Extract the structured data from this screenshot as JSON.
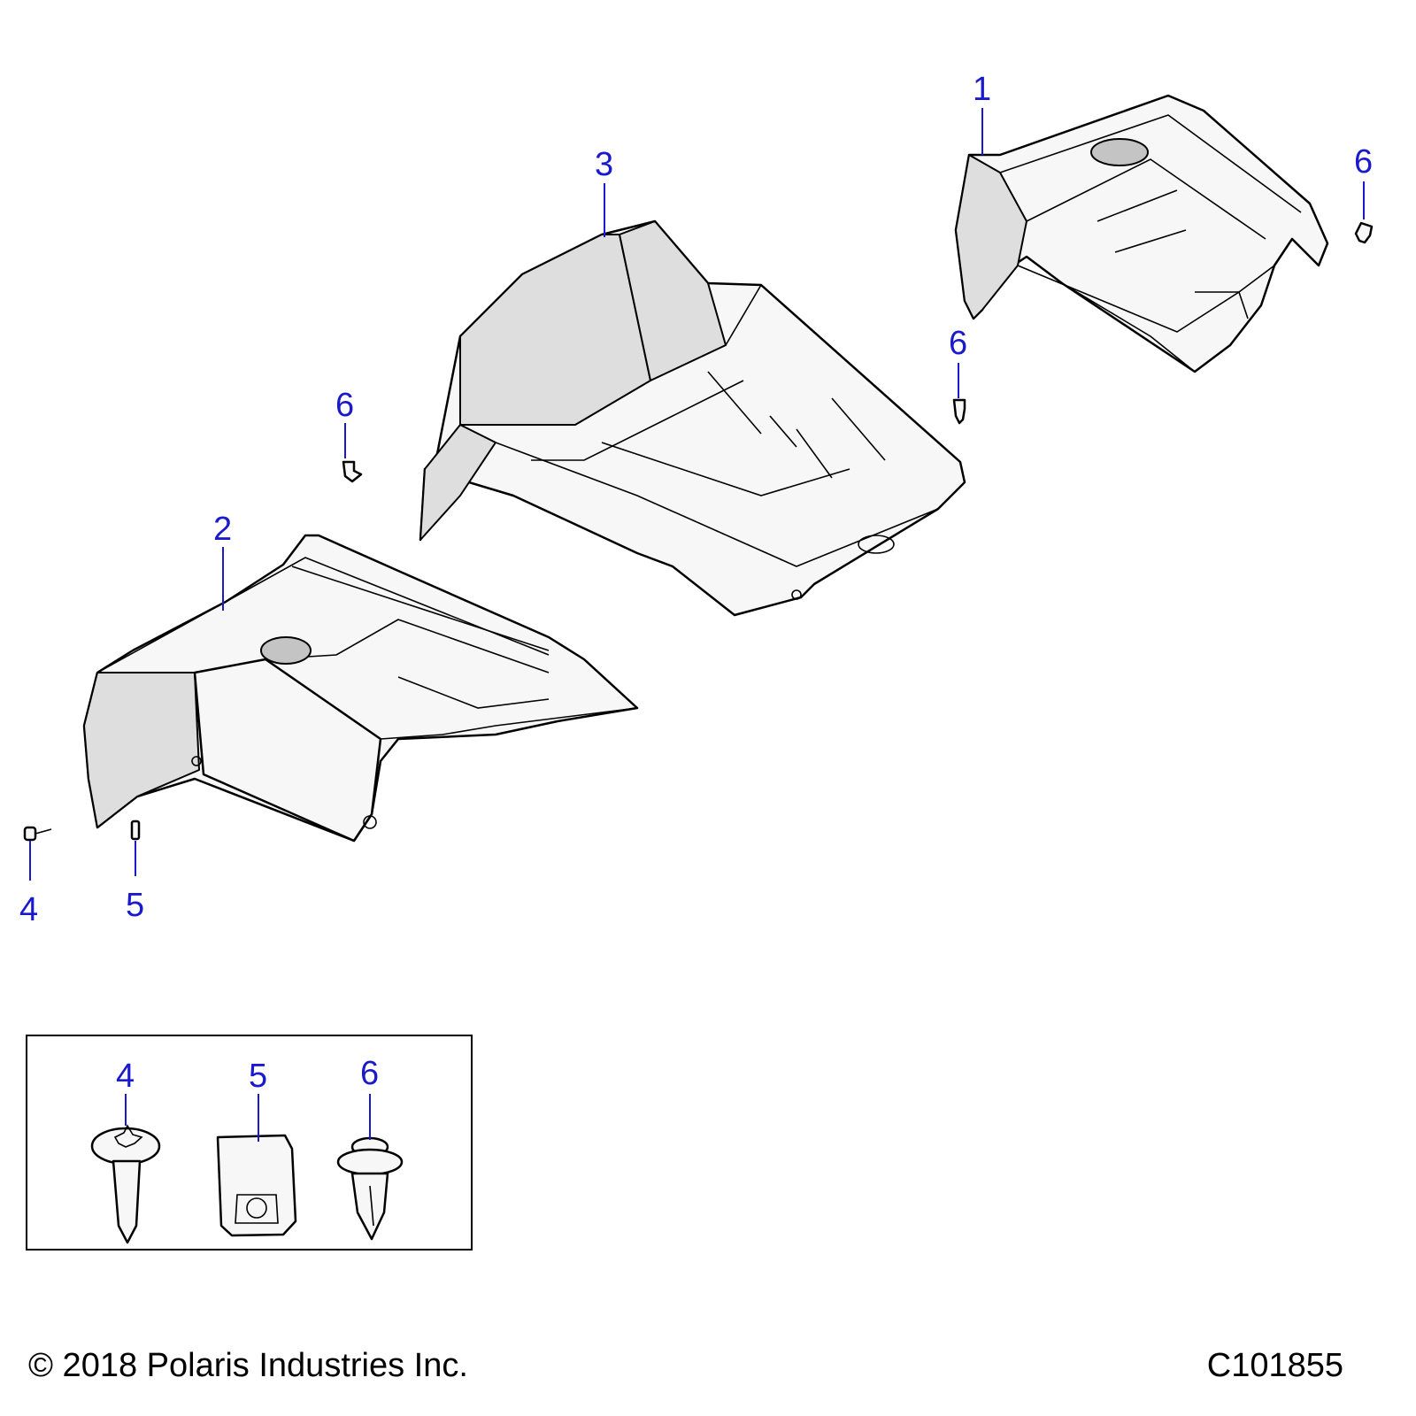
{
  "callouts": {
    "part1": "1",
    "part2": "2",
    "part3": "3",
    "fastener4": "4",
    "fastener5": "5",
    "fastener6": "6"
  },
  "legend_box": {
    "items": [
      {
        "label": "4",
        "icon": "screw-icon"
      },
      {
        "label": "5",
        "icon": "speed-nut-icon"
      },
      {
        "label": "6",
        "icon": "push-rivet-icon"
      }
    ]
  },
  "footer": {
    "copyright": "© 2018 Polaris Industries Inc.",
    "drawing_id": "C101855"
  },
  "colors": {
    "callout": "#1a1acc",
    "line": "#000000",
    "fill": "#f7f7f7"
  }
}
